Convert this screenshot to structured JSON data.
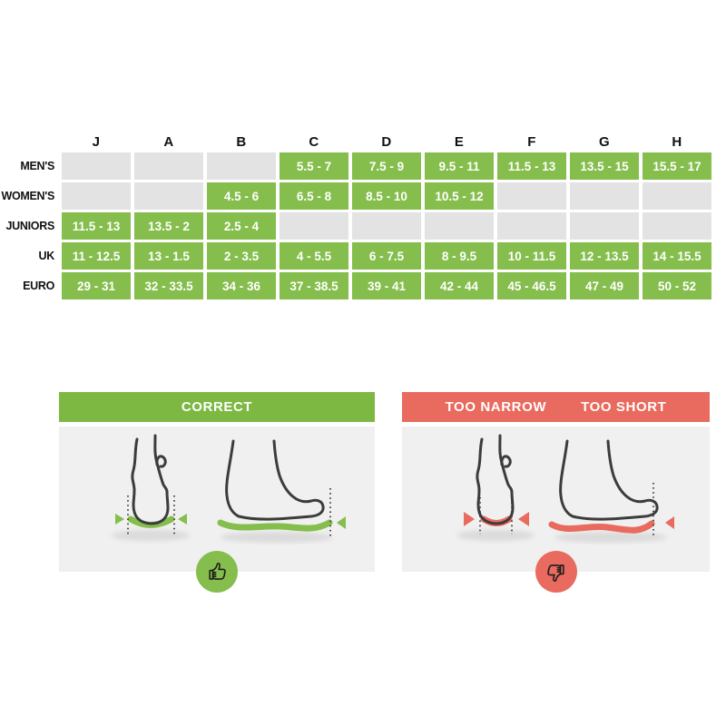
{
  "colors": {
    "green": "#85BE4D",
    "green_dark": "#7DB843",
    "red": "#E96A5E",
    "cell_empty": "#E3E3E3",
    "panel_body": "#F0F0F0",
    "line": "#3C3C3C"
  },
  "size_chart": {
    "columns": [
      "J",
      "A",
      "B",
      "C",
      "D",
      "E",
      "F",
      "G",
      "H"
    ],
    "rows": [
      {
        "label": "MEN'S",
        "cells": [
          "",
          "",
          "",
          "5.5 - 7",
          "7.5 - 9",
          "9.5 - 11",
          "11.5 - 13",
          "13.5 - 15",
          "15.5 - 17"
        ]
      },
      {
        "label": "WOMEN'S",
        "cells": [
          "",
          "",
          "4.5 - 6",
          "6.5 - 8",
          "8.5 - 10",
          "10.5 - 12",
          "",
          "",
          ""
        ]
      },
      {
        "label": "JUNIORS",
        "cells": [
          "11.5 - 13",
          "13.5 - 2",
          "2.5 - 4",
          "",
          "",
          "",
          "",
          "",
          ""
        ]
      },
      {
        "label": "UK",
        "cells": [
          "11 - 12.5",
          "13 - 1.5",
          "2 - 3.5",
          "4 - 5.5",
          "6 - 7.5",
          "8 - 9.5",
          "10 - 11.5",
          "12 - 13.5",
          "14 - 15.5"
        ]
      },
      {
        "label": "EURO",
        "cells": [
          "29 - 31",
          "32 - 33.5",
          "34 - 36",
          "37 - 38.5",
          "39 - 41",
          "42 - 44",
          "45 - 46.5",
          "47 - 49",
          "50 - 52"
        ]
      }
    ]
  },
  "fit_guide": {
    "correct": {
      "title": "CORRECT",
      "icon": "thumbs-up-icon"
    },
    "wrong": {
      "title_narrow": "TOO NARROW",
      "title_short": "TOO SHORT",
      "icon": "thumbs-down-icon"
    }
  }
}
